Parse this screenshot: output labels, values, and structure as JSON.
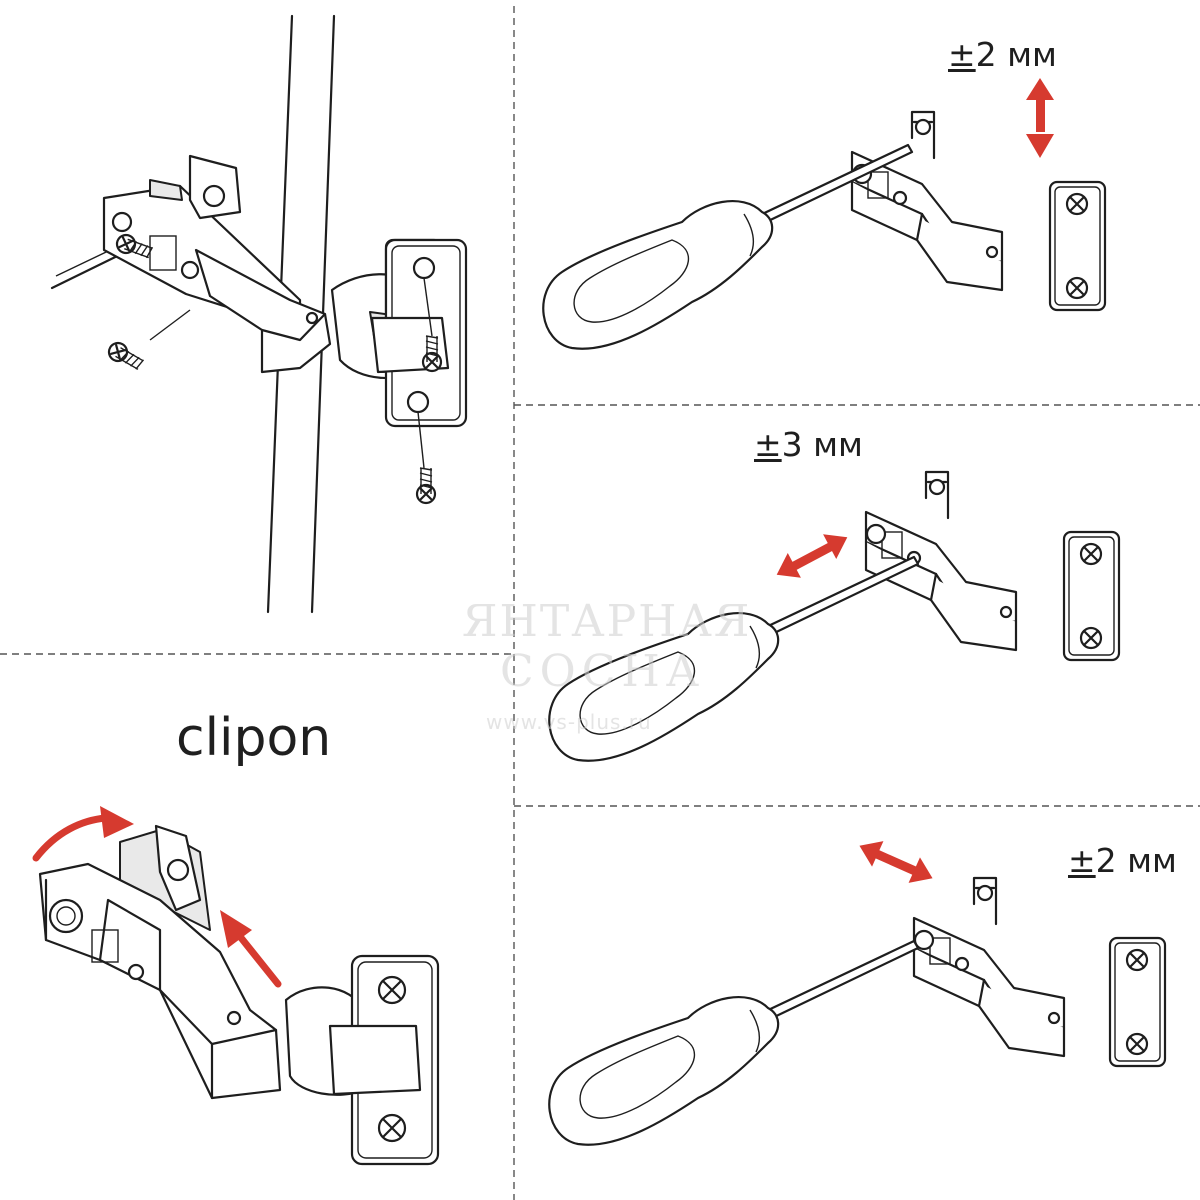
{
  "labels": {
    "vertical_adjust": "±2 мм",
    "depth_adjust": "±3 мм",
    "side_adjust": "±2 мм",
    "clipon": "clipon"
  },
  "watermark": {
    "line1": "ЯНТАРНАЯ",
    "line2": "СОСНА",
    "url": "www.vs-plus.ru"
  },
  "colors": {
    "arrow": "#d63a2f",
    "line": "#1e1e1e",
    "divider": "#555555",
    "background": "#ffffff"
  },
  "icons": {
    "screw": "screw-icon",
    "screwdriver": "screwdriver-icon",
    "hinge": "hinge-icon",
    "arrow": "double-arrow-icon"
  }
}
